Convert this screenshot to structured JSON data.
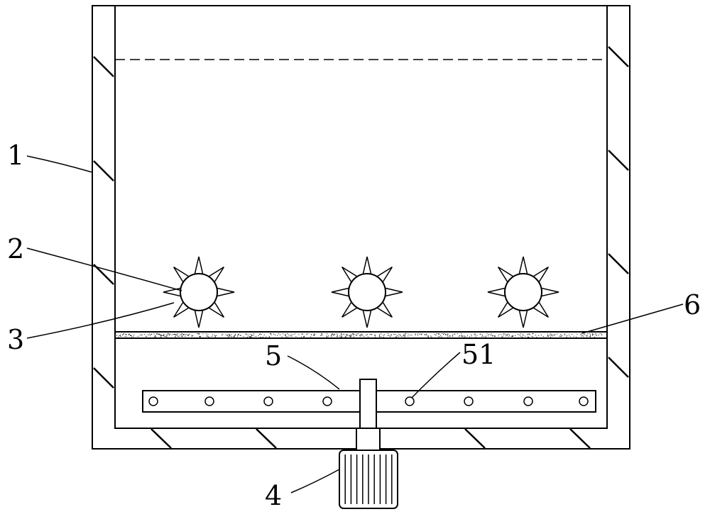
{
  "colors": {
    "line": "#000000",
    "background": "#ffffff"
  },
  "callouts": {
    "housing": "1",
    "rotor": "2",
    "spike": "3",
    "motor": "4",
    "bar": "5",
    "hole": "51",
    "screen": "6"
  }
}
